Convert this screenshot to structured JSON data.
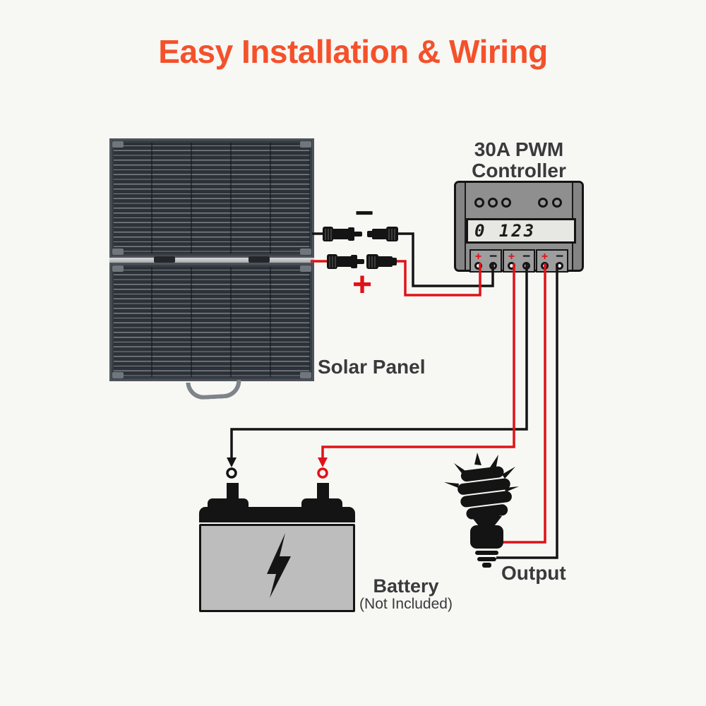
{
  "title": "Easy Installation & Wiring",
  "solar_panel": {
    "label": "Solar Panel"
  },
  "wiring": {
    "minus_sign": "−",
    "plus_sign": "+"
  },
  "controller": {
    "title_line1": "30A PWM",
    "title_line2": "Controller",
    "lcd_text": "0 123",
    "blocks": [
      {
        "plus": "+",
        "minus": "−"
      },
      {
        "plus": "+",
        "minus": "−"
      },
      {
        "plus": "+",
        "minus": "−"
      }
    ]
  },
  "battery": {
    "label": "Battery",
    "sublabel": "(Not Included)"
  },
  "output": {
    "label": "Output"
  },
  "colors": {
    "background": "#F7F7F4",
    "accent_orange": "#F4512B",
    "wire_red": "#E01218",
    "wire_black": "#141414",
    "text_dark": "#3A3A3C",
    "panel_dark": "#2D3238",
    "controller_gray": "#8F8F8F",
    "battery_gray": "#BDBDBD"
  }
}
